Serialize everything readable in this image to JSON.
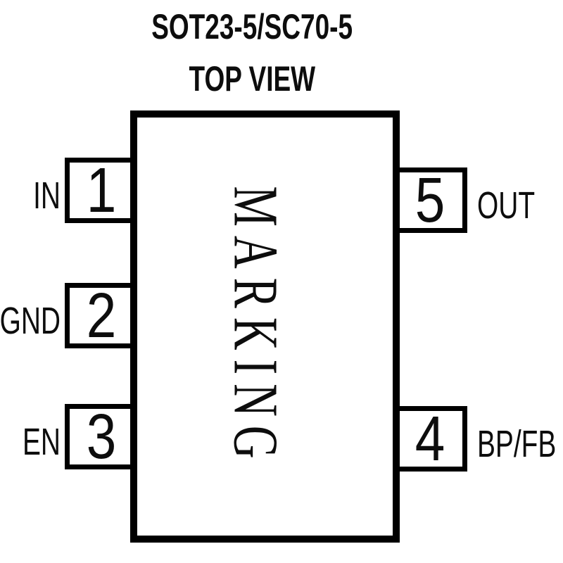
{
  "diagram": {
    "title": "SOT23-5/SC70-5",
    "subtitle": "TOP VIEW",
    "marking": "MARKING",
    "pins": [
      {
        "number": "1",
        "name": "IN",
        "side": "left"
      },
      {
        "number": "2",
        "name": "GND",
        "side": "left"
      },
      {
        "number": "3",
        "name": "EN",
        "side": "left"
      },
      {
        "number": "4",
        "name": "BP/FB",
        "side": "right"
      },
      {
        "number": "5",
        "name": "OUT",
        "side": "right"
      }
    ],
    "colors": {
      "line": "#000000",
      "background": "#ffffff"
    }
  }
}
